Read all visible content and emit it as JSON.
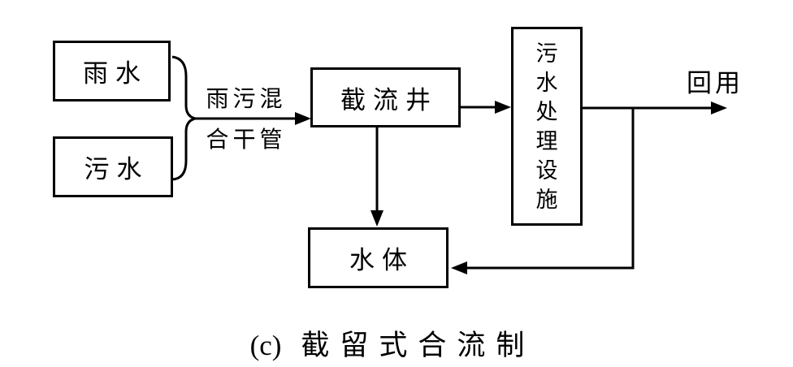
{
  "diagram": {
    "type": "flowchart",
    "caption": {
      "prefix": "(c)",
      "text": "截留式合流制"
    },
    "nodes": {
      "rainwater": "雨水",
      "sewage": "污水",
      "intercepting_well": "截流井",
      "treatment_facility": "污水处理设施",
      "water_body": "水体"
    },
    "edge_labels": {
      "mixed_pipe_line1": "雨污混",
      "mixed_pipe_line2": "合干管",
      "reuse": "回用"
    },
    "edges": [
      {
        "from": "rainwater",
        "to": "merge_brace"
      },
      {
        "from": "sewage",
        "to": "merge_brace"
      },
      {
        "from": "merge_brace",
        "to": "intercepting_well",
        "label": "雨污混合干管"
      },
      {
        "from": "intercepting_well",
        "to": "treatment_facility"
      },
      {
        "from": "treatment_facility",
        "to": "reuse",
        "label": "回用"
      },
      {
        "from": "treatment_facility",
        "to": "water_body"
      },
      {
        "from": "intercepting_well",
        "to": "water_body"
      }
    ],
    "colors": {
      "stroke": "#000000",
      "background": "#ffffff"
    }
  }
}
